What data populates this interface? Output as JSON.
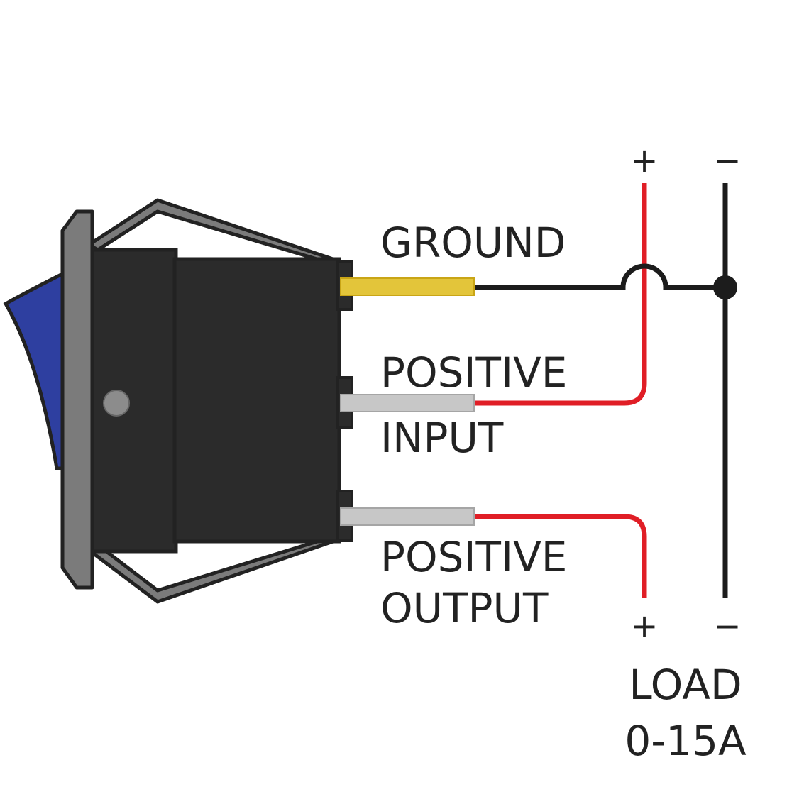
{
  "terminals": {
    "ground": {
      "label": "GROUND"
    },
    "positive_input": {
      "line1": "POSITIVE",
      "line2": "INPUT"
    },
    "positive_output": {
      "line1": "POSITIVE",
      "line2": "OUTPUT"
    }
  },
  "supply": {
    "plus": "+",
    "minus": "−"
  },
  "load": {
    "plus": "+",
    "minus": "−",
    "title": "LOAD",
    "rating": "0-15A"
  },
  "colors": {
    "background": "#ffffff",
    "outline": "#222222",
    "switch_body": "#2b2b2b",
    "switch_gray": "#7b7b7b",
    "rocker": "#2e3fa0",
    "ground_pin": "#e3c53a",
    "power_pin": "#c7c7c7",
    "red_wire": "#e01e26",
    "black_wire": "#1c1c1c"
  }
}
